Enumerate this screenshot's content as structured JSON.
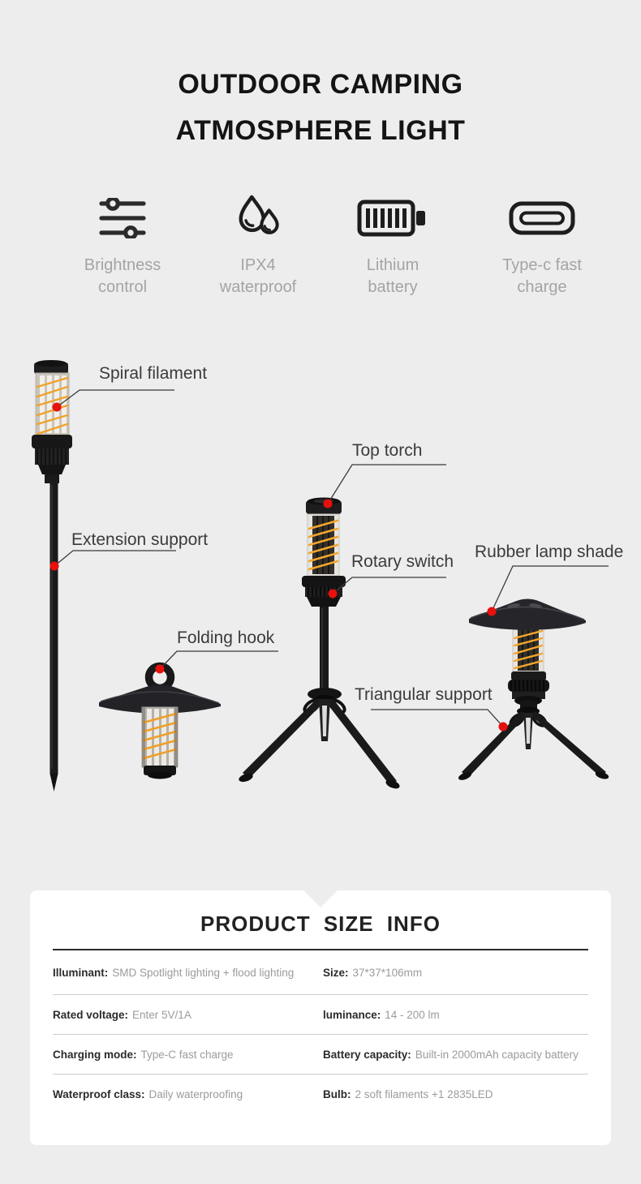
{
  "page": {
    "bg": "#ededed",
    "accent_red": "#e8100c",
    "filament_orange": "#f2a42c"
  },
  "header": {
    "title_line1": "OUTDOOR CAMPING",
    "title_line2": "ATMOSPHERE LIGHT"
  },
  "features": [
    {
      "icon": "brightness-sliders-icon",
      "label_line1": "Brightness",
      "label_line2": "control"
    },
    {
      "icon": "waterdrops-icon",
      "label_line1": "IPX4",
      "label_line2": "waterproof"
    },
    {
      "icon": "battery-icon",
      "label_line1": "Lithium",
      "label_line2": "battery"
    },
    {
      "icon": "type-c-icon",
      "label_line1": "Type-c fast",
      "label_line2": "charge"
    }
  ],
  "callouts": {
    "spiral_filament": "Spiral filament",
    "extension_support": "Extension support",
    "top_torch": "Top torch",
    "rotary_switch": "Rotary switch",
    "rubber_lamp_shade": "Rubber lamp shade",
    "triangular_support": "Triangular support",
    "folding_hook": "Folding hook"
  },
  "size_info": {
    "title": "PRODUCT SIZE INFO",
    "rows": [
      {
        "left_label": "Illuminant:",
        "left_value": "SMD Spotlight lighting + flood lighting",
        "right_label": "Size:",
        "right_value": "37*37*106mm"
      },
      {
        "left_label": "Rated voltage:",
        "left_value": "Enter 5V/1A",
        "right_label": "luminance:",
        "right_value": "14 - 200 lm"
      },
      {
        "left_label": "Charging mode:",
        "left_value": "Type-C fast charge",
        "right_label": "Battery capacity:",
        "right_value": "Built-in 2000mAh capacity battery"
      },
      {
        "left_label": "Waterproof class:",
        "left_value": "Daily waterproofing",
        "right_label": "Bulb:",
        "right_value": "2 soft filaments +1 2835LED"
      }
    ]
  }
}
